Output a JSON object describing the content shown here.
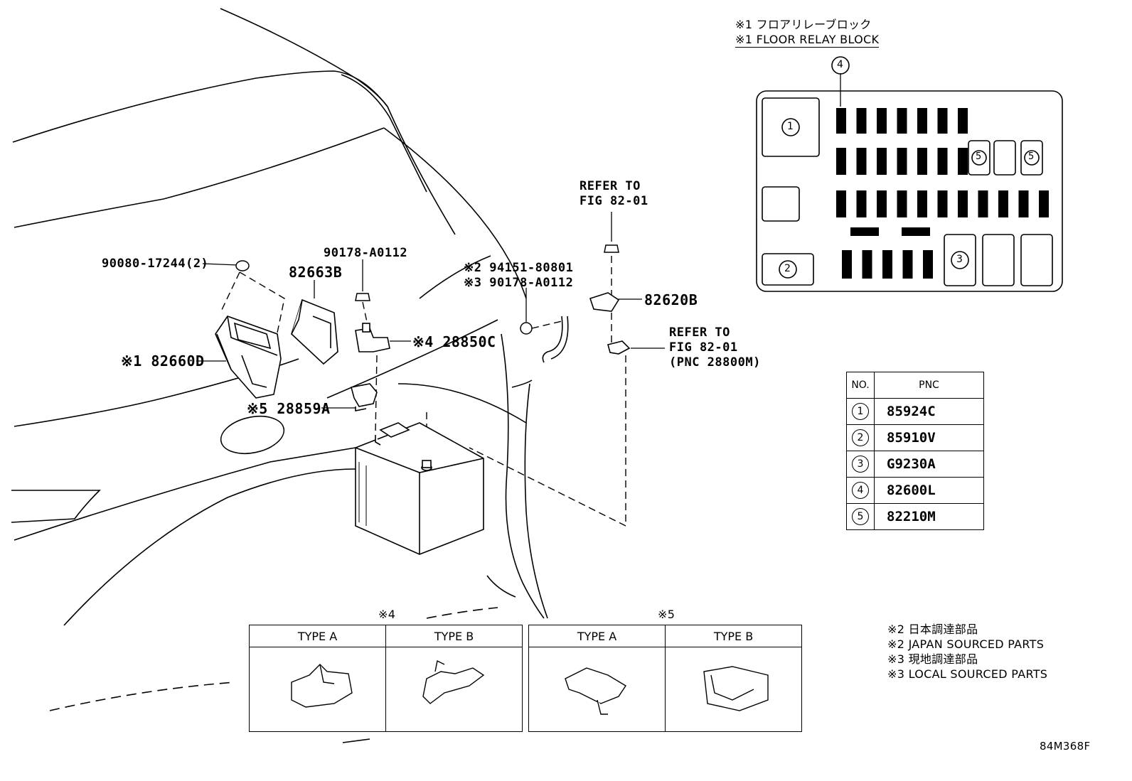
{
  "part_labels": {
    "p90080": "90080-17244(2)",
    "p82663": "82663B",
    "p90178a": "90178-A0112",
    "p94151": "※2 94151-80801",
    "p90178b": "※3 90178-A0112",
    "p82660": "※1 82660D",
    "p28850": "※4 28850C",
    "p28859": "※5 28859A",
    "p82620": "82620B",
    "refer1_l1": "REFER TO",
    "refer1_l2": "FIG 82-01",
    "refer2_l1": "REFER TO",
    "refer2_l2": "FIG 82-01",
    "refer2_l3": "(PNC 28800M)"
  },
  "relay_block": {
    "title_jp": "※1 フロアリレーブロック",
    "title_en": "※1 FLOOR RELAY BLOCK",
    "callouts": [
      "1",
      "2",
      "3",
      "4",
      "5",
      "5"
    ]
  },
  "pnc_table": {
    "headers": [
      "NO.",
      "PNC"
    ],
    "rows": [
      {
        "no": "1",
        "pnc": "85924C"
      },
      {
        "no": "2",
        "pnc": "85910V"
      },
      {
        "no": "3",
        "pnc": "G9230A"
      },
      {
        "no": "4",
        "pnc": "82600L"
      },
      {
        "no": "5",
        "pnc": "82210M"
      }
    ]
  },
  "type_tables": [
    {
      "mark": "※4",
      "type_a": "TYPE A",
      "type_b": "TYPE B"
    },
    {
      "mark": "※5",
      "type_a": "TYPE A",
      "type_b": "TYPE B"
    }
  ],
  "notes": [
    "※2 日本調達部品",
    "※2 JAPAN SOURCED PARTS",
    "※3 現地調達部品",
    "※3 LOCAL SOURCED PARTS"
  ],
  "figure_code": "84M368F"
}
